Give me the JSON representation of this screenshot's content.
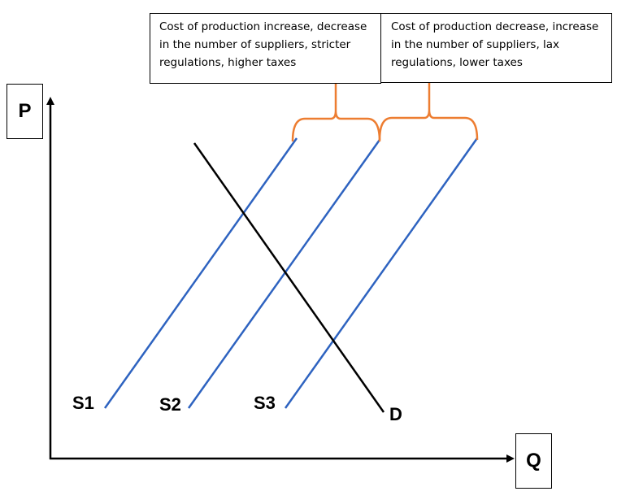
{
  "axes": {
    "y_label": "P",
    "x_label": "Q"
  },
  "curves": {
    "s1": "S1",
    "s2": "S2",
    "s3": "S3",
    "d": "D"
  },
  "callouts": {
    "increase": {
      "lines": [
        "Cost of production increase, decrease",
        "in the number of suppliers, stricter",
        "regulations, higher taxes"
      ]
    },
    "decrease": {
      "lines": [
        "Cost of production decrease, increase",
        "in the number of suppliers, lax",
        "regulations, lower taxes"
      ]
    }
  },
  "colors": {
    "supply": "#2E63C0",
    "demand": "#000000",
    "brace": "#ED7D31",
    "axis": "#000000"
  }
}
